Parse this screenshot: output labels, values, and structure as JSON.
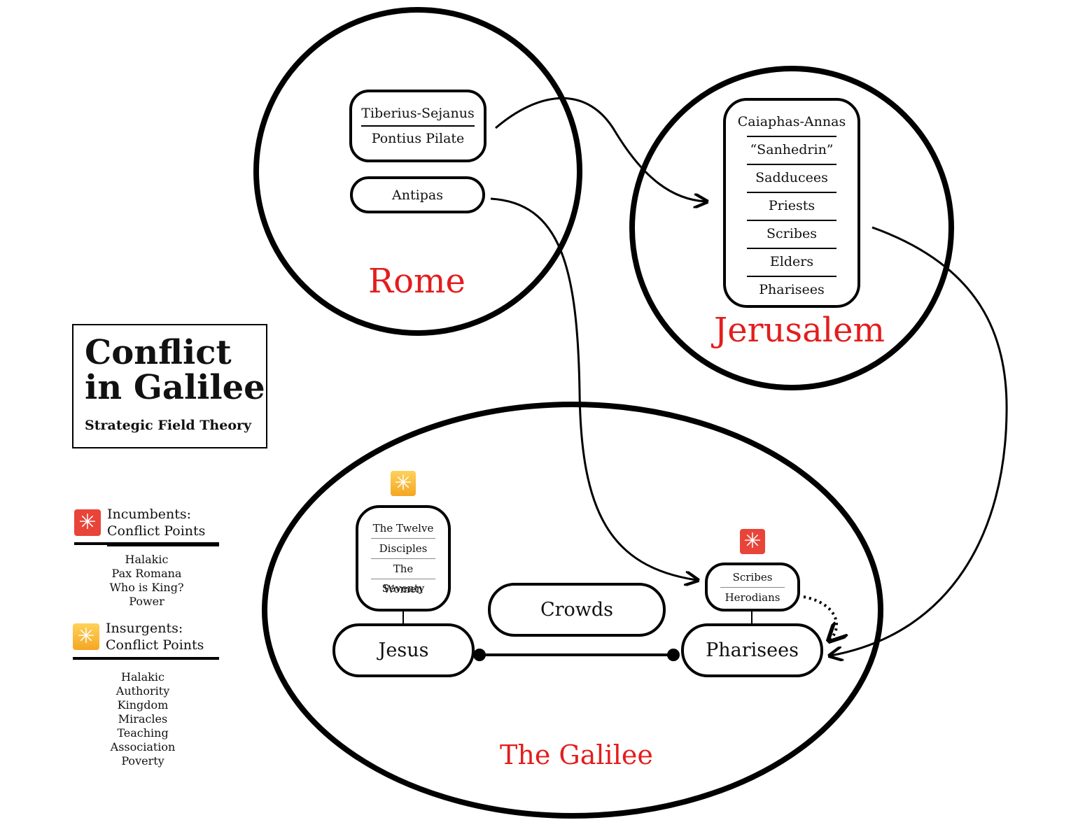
{
  "title_box": {
    "title_line1": "Conflict",
    "title_line2": "in Galilee",
    "subtitle": "Strategic Field Theory"
  },
  "regions": {
    "rome": "Rome",
    "jerusalem": "Jerusalem",
    "galilee": "The Galilee"
  },
  "rome_nodes": {
    "tiberius": "Tiberius-Sejanus",
    "pilate": "Pontius Pilate",
    "antipas": "Antipas"
  },
  "jerusalem_nodes": [
    "Caiaphas-Annas",
    "“Sanhedrin”",
    "Sadducees",
    "Priests",
    "Scribes",
    "Elders",
    "Pharisees"
  ],
  "galilee_nodes": {
    "followers": [
      "The Twelve",
      "Disciples",
      "The Seventy",
      "Women"
    ],
    "jesus": "Jesus",
    "crowds": "Crowds",
    "scribes_herodians": [
      "Scribes",
      "Herodians"
    ],
    "pharisees": "Pharisees"
  },
  "legend": {
    "incumbents_line1": "Incumbents:",
    "incumbents_line2": "Conflict Points",
    "incumbents_points": [
      "Halakic",
      "Pax Romana",
      "Who is King?",
      "Power"
    ],
    "insurgents_line1": "Insurgents:",
    "insurgents_line2": "Conflict Points",
    "insurgents_points": [
      "Halakic",
      "Authority",
      "Kingdom",
      "Miracles",
      "Teaching",
      "Association",
      "Poverty"
    ]
  },
  "colors": {
    "region_label": "#e31d1d",
    "incumbent_badge": "#e8443a",
    "insurgent_badge": "#f5a623"
  },
  "icons": {
    "incumbent": "asterisk-icon",
    "insurgent": "asterisk-icon"
  }
}
